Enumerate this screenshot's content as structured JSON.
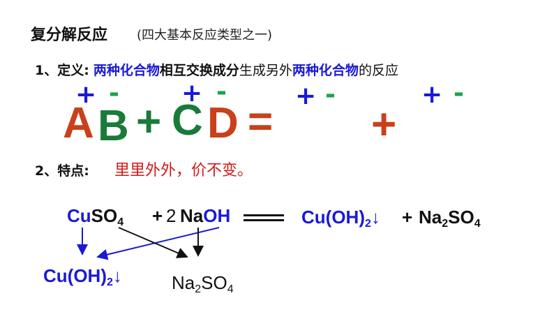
{
  "title": "复分解反应",
  "subtitle": "(四大基本反应类型之一)",
  "definition": {
    "label": "1、定义:",
    "part1": "两种化合物",
    "part2": "相互交换成分",
    "part3": "生成另外",
    "part4": "两种化合物",
    "part5": "的反应"
  },
  "charges": {
    "plus": "+",
    "minus": "-"
  },
  "general_equation": {
    "A": "A",
    "B": "B",
    "plus": "+",
    "C": "C",
    "D": "D",
    "equals": "=",
    "plus2": "+"
  },
  "feature": {
    "label": "2、特点:",
    "text": "里里外外，价不变。"
  },
  "reaction": {
    "cu": "Cu",
    "so": "SO",
    "sub4": "4",
    "plus": "+",
    "coef": "2",
    "na": "Na",
    "oh": "OH",
    "p1_main": "Cu(OH)",
    "p1_sub": "2",
    "down_arrow": "↓",
    "plus2": "+",
    "p2_na": "Na",
    "p2_sub2": "2",
    "p2_so": "SO",
    "p2_sub4": "4"
  },
  "products_below": {
    "p1_main": "Cu(OH)",
    "p1_sub": "2",
    "down_arrow": "↓",
    "p2_na": "Na",
    "p2_sub2": "2",
    "p2_so": "SO",
    "p2_sub4": "4"
  },
  "colors": {
    "blue": "#1a1ad6",
    "green": "#1aa34a",
    "red": "#d01a1a",
    "orange_red": "#c9401a",
    "dark_green": "#1a7a3a"
  }
}
